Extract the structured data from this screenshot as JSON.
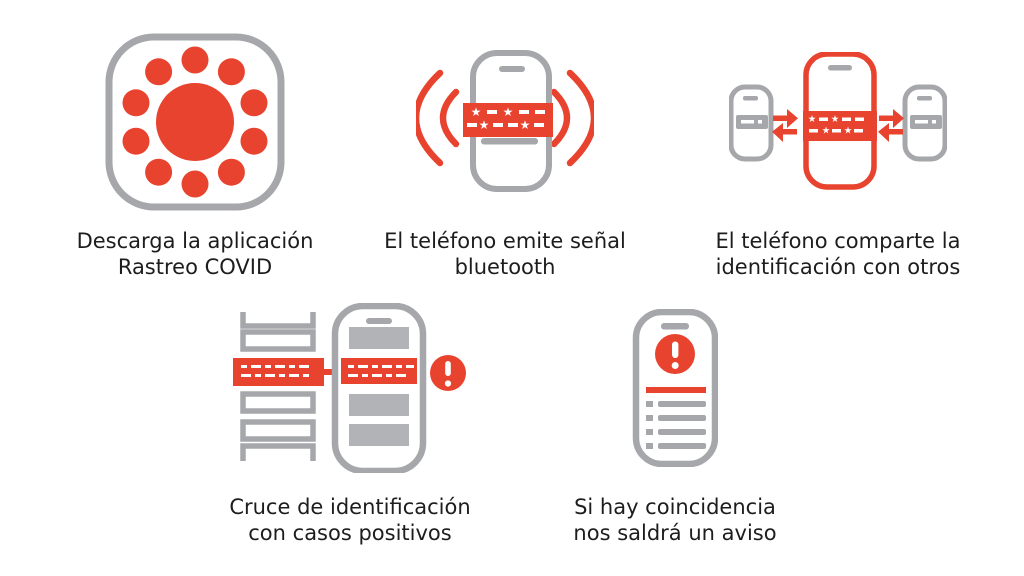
{
  "meta": {
    "title": "Pasos de la aplicación Rastreo COVID",
    "language": "es"
  },
  "colors": {
    "accent_red": "#e8432e",
    "icon_gray": "#a5a7aa",
    "fill_gray": "#b1b3b6",
    "text": "#1d1d1d",
    "background": "#ffffff"
  },
  "steps": [
    {
      "id": "download-app",
      "icon": "covid-app-icon",
      "lines": [
        "Descarga la aplicación",
        "Rastreo COVID"
      ]
    },
    {
      "id": "emit-bluetooth",
      "icon": "phone-bluetooth-signal-icon",
      "lines": [
        "El teléfono emite señal",
        "bluetooth"
      ]
    },
    {
      "id": "share-identification",
      "icon": "phones-exchange-id-icon",
      "lines": [
        "El teléfono comparte la",
        "identificación con otros"
      ]
    },
    {
      "id": "cross-check-positive-cases",
      "icon": "id-match-positive-cases-icon",
      "lines": [
        "Cruce de identificación",
        "con casos positivos"
      ]
    },
    {
      "id": "match-alert",
      "icon": "phone-alert-icon",
      "lines": [
        "Si hay coincidencia",
        "nos saldrá un aviso"
      ]
    }
  ]
}
